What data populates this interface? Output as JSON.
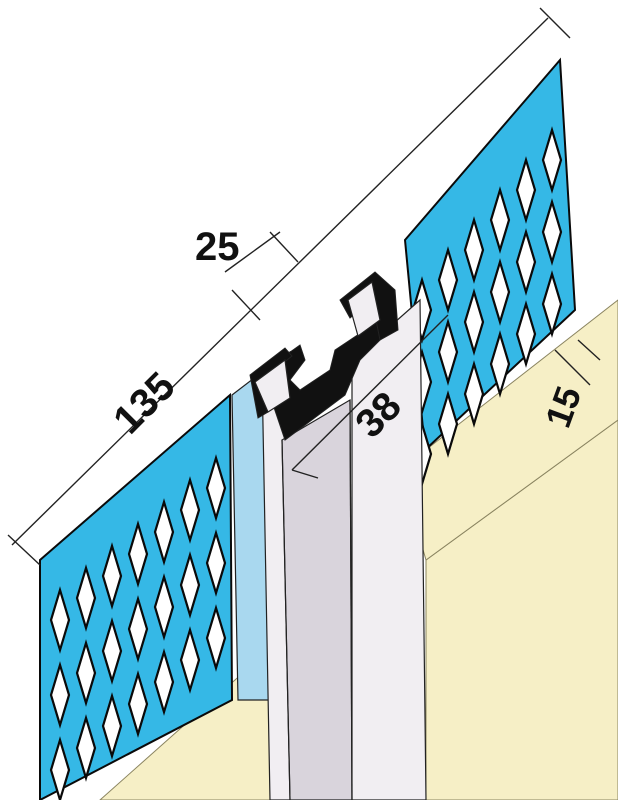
{
  "dimensions": {
    "overall_width": "135",
    "joint_gap": "25",
    "profile_depth": "38",
    "plaster_depth": "15"
  },
  "colors": {
    "mesh": "#35b8e6",
    "mesh_outline": "#0a0a0a",
    "profile_light": "#f1eef2",
    "profile_shade": "#d9d4dc",
    "profile_black": "#111111",
    "plaster": "#f6efc6",
    "plaster_edge": "#8a8460",
    "blue_tape": "#a9d8ef",
    "line": "#222222"
  }
}
